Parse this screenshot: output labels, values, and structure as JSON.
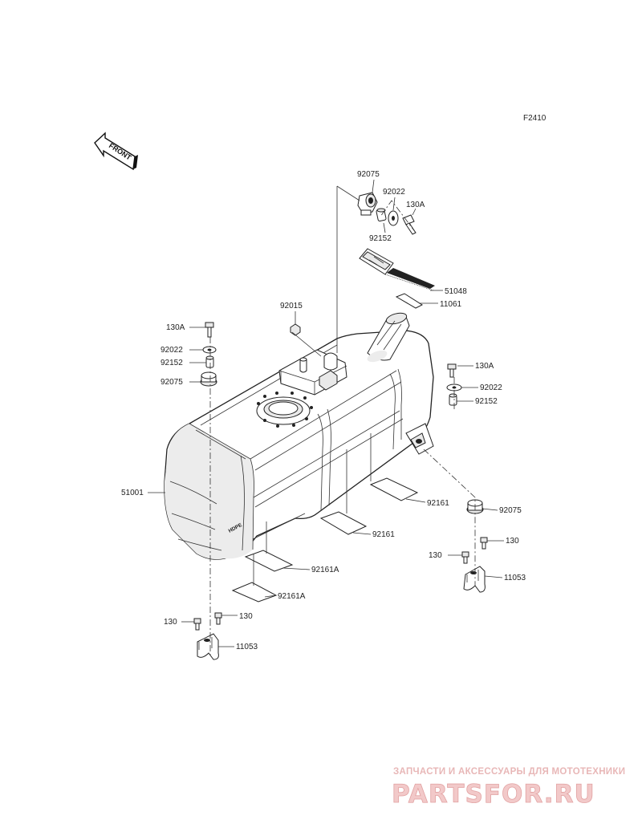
{
  "figure_code": "F2410",
  "front_label": "FRONT",
  "tank_mark": "HDPE",
  "callouts": {
    "p92075_top": "92075",
    "p92022_top": "92022",
    "p130A_top": "130A",
    "p92152_top": "92152",
    "p51048": "51048",
    "p11061": "11061",
    "p92015": "92015",
    "p130A_left": "130A",
    "p92022_left": "92022",
    "p92152_left": "92152",
    "p92075_left": "92075",
    "p130A_right": "130A",
    "p92022_right": "92022",
    "p92152_right": "92152",
    "p51001": "51001",
    "p92161_a": "92161",
    "p92075_right": "92075",
    "p92161_b": "92161",
    "p130_right_a": "130",
    "p130_right_b": "130",
    "p11053_right": "11053",
    "p92161A_a": "92161A",
    "p92161A_b": "92161A",
    "p130_left_a": "130",
    "p130_left_b": "130",
    "p11053_left": "11053"
  },
  "watermark": {
    "tagline": "ЗАПЧАСТИ И АКСЕССУАРЫ ДЛЯ МОТОТЕХНИКИ",
    "logo": "PARTSFOR.RU"
  }
}
